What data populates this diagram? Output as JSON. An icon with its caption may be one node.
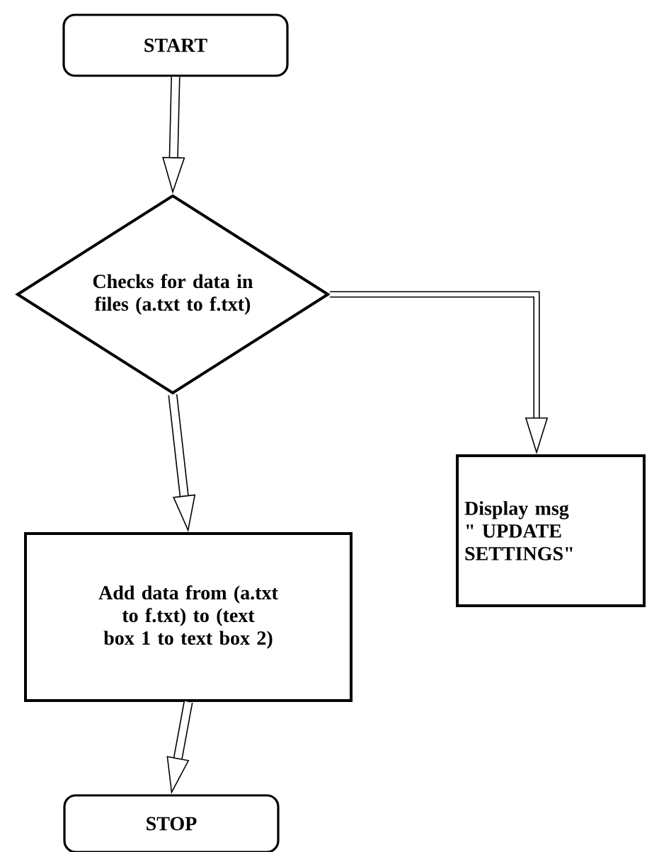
{
  "diagram": {
    "nodes": [
      {
        "text": [
          "START"
        ]
      },
      {
        "text": [
          "Checks for data in files (a.txt to f.txt)"
        ]
      },
      {
        "text": [
          "Display msg \" UPDATE SETTINGS\""
        ]
      },
      {
        "text": [
          "Add data from (a.txt to f.txt) to (text box 1 to text box 2)"
        ]
      },
      {
        "text": [
          "STOP"
        ]
      }
    ],
    "edges": [
      {
        "from": 0,
        "to": 1,
        "arrow": "to"
      },
      {
        "from": 1,
        "to": 2,
        "arrow": "to"
      },
      {
        "from": 1,
        "to": 3,
        "arrow": "to"
      },
      {
        "from": 3,
        "to": 4,
        "arrow": "to"
      }
    ]
  }
}
